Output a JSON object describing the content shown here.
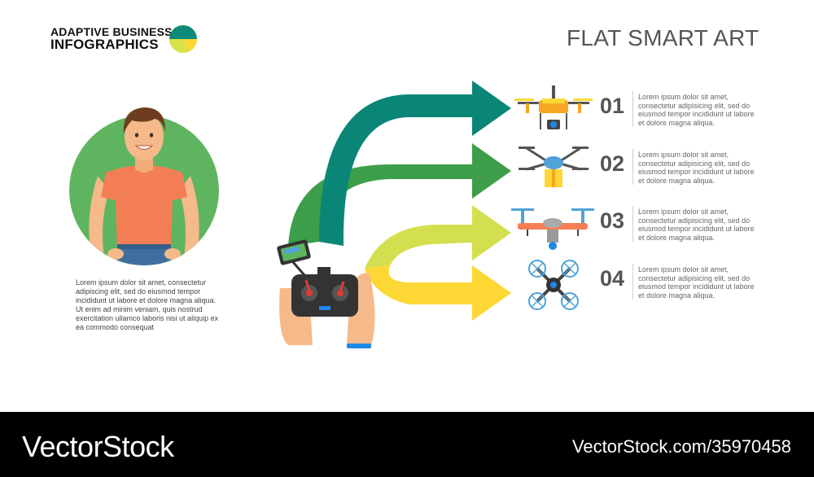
{
  "logo": {
    "line1": "ADAPTIVE BUSINESS",
    "line2": "INFOGRAPHICS",
    "pie_colors": [
      "#0e8a78",
      "#d9e24a",
      "#fdd835"
    ]
  },
  "title": "FLAT SMART ART",
  "left_text": "Lorem ipsum dolor sit amet, consectetur adipiscing elit, sed do eiusmod tempor incididunt ut labore et dolore magna aliqua. Ut enim ad minim veniam, quis nostrud exercitation ullamco laboris nisi ut aliquip ex ea commodo consequat",
  "items": [
    {
      "number": "01",
      "text": "Lorem ipsum dolor sit amet, consectetur adipisicing elit, sed do eiusmod tempor incididunt ut labore et dolore magna aliqua.",
      "arrow_color": "#0a8677",
      "drone": "camera-drone-icon"
    },
    {
      "number": "02",
      "text": "Lorem ipsum dolor sit amet, consectetur adipisicing elit, sed do eiusmod tempor incididunt ut labore et dolore magna aliqua.",
      "arrow_color": "#3d9e49",
      "drone": "delivery-drone-icon"
    },
    {
      "number": "03",
      "text": "Lorem ipsum dolor sit amet, consectetur adipisicing elit, sed do eiusmod tempor incididunt ut labore et dolore magna aliqua.",
      "arrow_color": "#d4df4f",
      "drone": "orange-drone-icon"
    },
    {
      "number": "04",
      "text": "Lorem ipsum dolor sit amet, consectetur adipisicing elit, sed do eiusmod tempor incididunt ut labore et dolore magna aliqua.",
      "arrow_color": "#fdd835",
      "drone": "quadcopter-icon"
    }
  ],
  "watermark": {
    "left": "VectorStock",
    "right": "VectorStock.com/35970458"
  }
}
